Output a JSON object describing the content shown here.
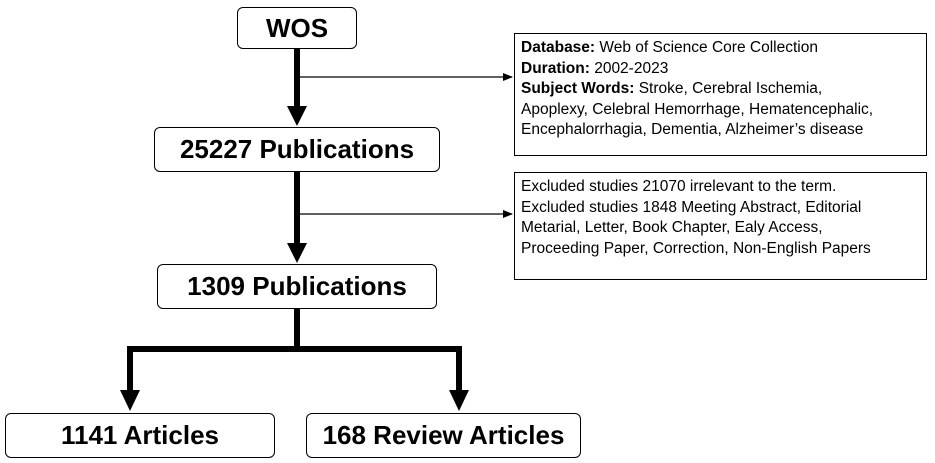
{
  "nodes": {
    "wos": "WOS",
    "pub1": "25227 Publications",
    "pub2": "1309 Publications",
    "articles": "1141 Articles",
    "reviews": "168 Review Articles"
  },
  "info1": {
    "database_key": "Database:",
    "database_val": " Web of Science Core Collection",
    "duration_key": "Duration:",
    "duration_val": " 2002-2023",
    "subject_key": "Subject Words:",
    "subject_val1": " Stroke, Cerebral Ischemia,",
    "subject_val2": "Apoplexy, Celebral Hemorrhage, Hematencephalic,",
    "subject_val3": "Encephalorrhagia, Dementia, Alzheimer’s disease"
  },
  "info2": {
    "line1": "Excluded studies 21070 irrelevant to the term.",
    "line2": "Excluded studies 1848 Meeting Abstract, Editorial",
    "line3": "Metarial, Letter, Book Chapter, Ealy Access,",
    "line4": "Proceeding Paper, Correction, Non-English Papers"
  }
}
